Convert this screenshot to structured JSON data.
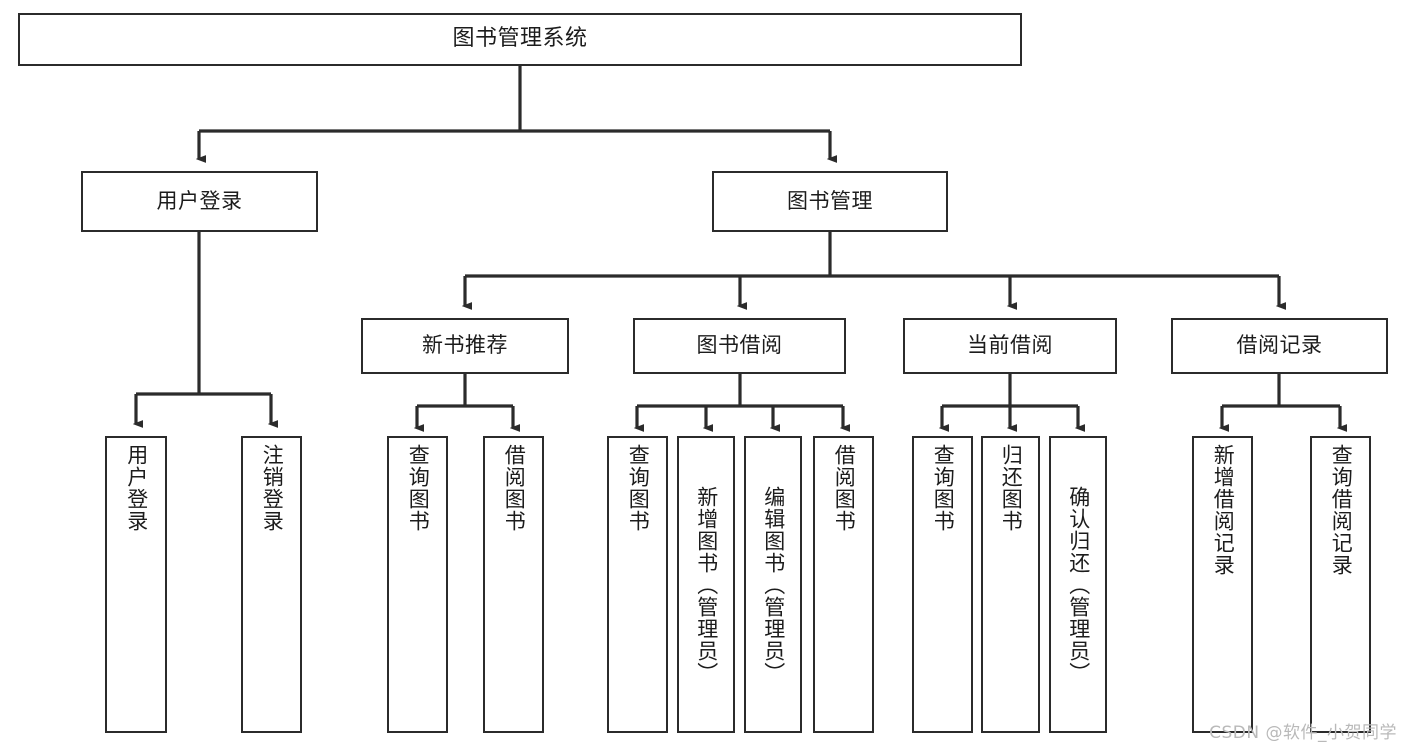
{
  "diagram": {
    "title": "图书管理系统",
    "type": "hierarchy-tree",
    "watermark": "CSDN @软件_小贺同学",
    "colors": {
      "box_border": "#2b2b2b",
      "box_fill": "#ffffff",
      "edge": "#2b2b2b",
      "text": "#1c1c1c",
      "watermark": "#b9b9b9"
    }
  },
  "nodes": {
    "root": {
      "label": "图书管理系统"
    },
    "level2": [
      {
        "id": "user-login",
        "label": "用户登录"
      },
      {
        "id": "book-management",
        "label": "图书管理"
      }
    ],
    "level3": [
      {
        "id": "new-book-recommend",
        "label": "新书推荐"
      },
      {
        "id": "book-borrow",
        "label": "图书借阅"
      },
      {
        "id": "current-borrow",
        "label": "当前借阅"
      },
      {
        "id": "borrow-record",
        "label": "借阅记录"
      }
    ],
    "leaves": {
      "user_login": [
        {
          "id": "leaf-user-login",
          "label": "用户登录"
        },
        {
          "id": "leaf-logout-login",
          "label": "注销登录"
        }
      ],
      "new_book_recommend": [
        {
          "id": "leaf-query-book-1",
          "label": "查询图书"
        },
        {
          "id": "leaf-borrow-book-1",
          "label": "借阅图书"
        }
      ],
      "book_borrow": [
        {
          "id": "leaf-query-book-2",
          "label": "查询图书"
        },
        {
          "id": "leaf-add-book",
          "label": "新增图书（管理员）"
        },
        {
          "id": "leaf-edit-book",
          "label": "编辑图书（管理员）"
        },
        {
          "id": "leaf-borrow-book-2",
          "label": "借阅图书"
        }
      ],
      "current_borrow": [
        {
          "id": "leaf-query-book-3",
          "label": "查询图书"
        },
        {
          "id": "leaf-return-book",
          "label": "归还图书"
        },
        {
          "id": "leaf-confirm-return",
          "label": "确认归还（管理员）"
        }
      ],
      "borrow_record": [
        {
          "id": "leaf-add-record",
          "label": "新增借阅记录"
        },
        {
          "id": "leaf-query-record",
          "label": "查询借阅记录"
        }
      ]
    }
  }
}
